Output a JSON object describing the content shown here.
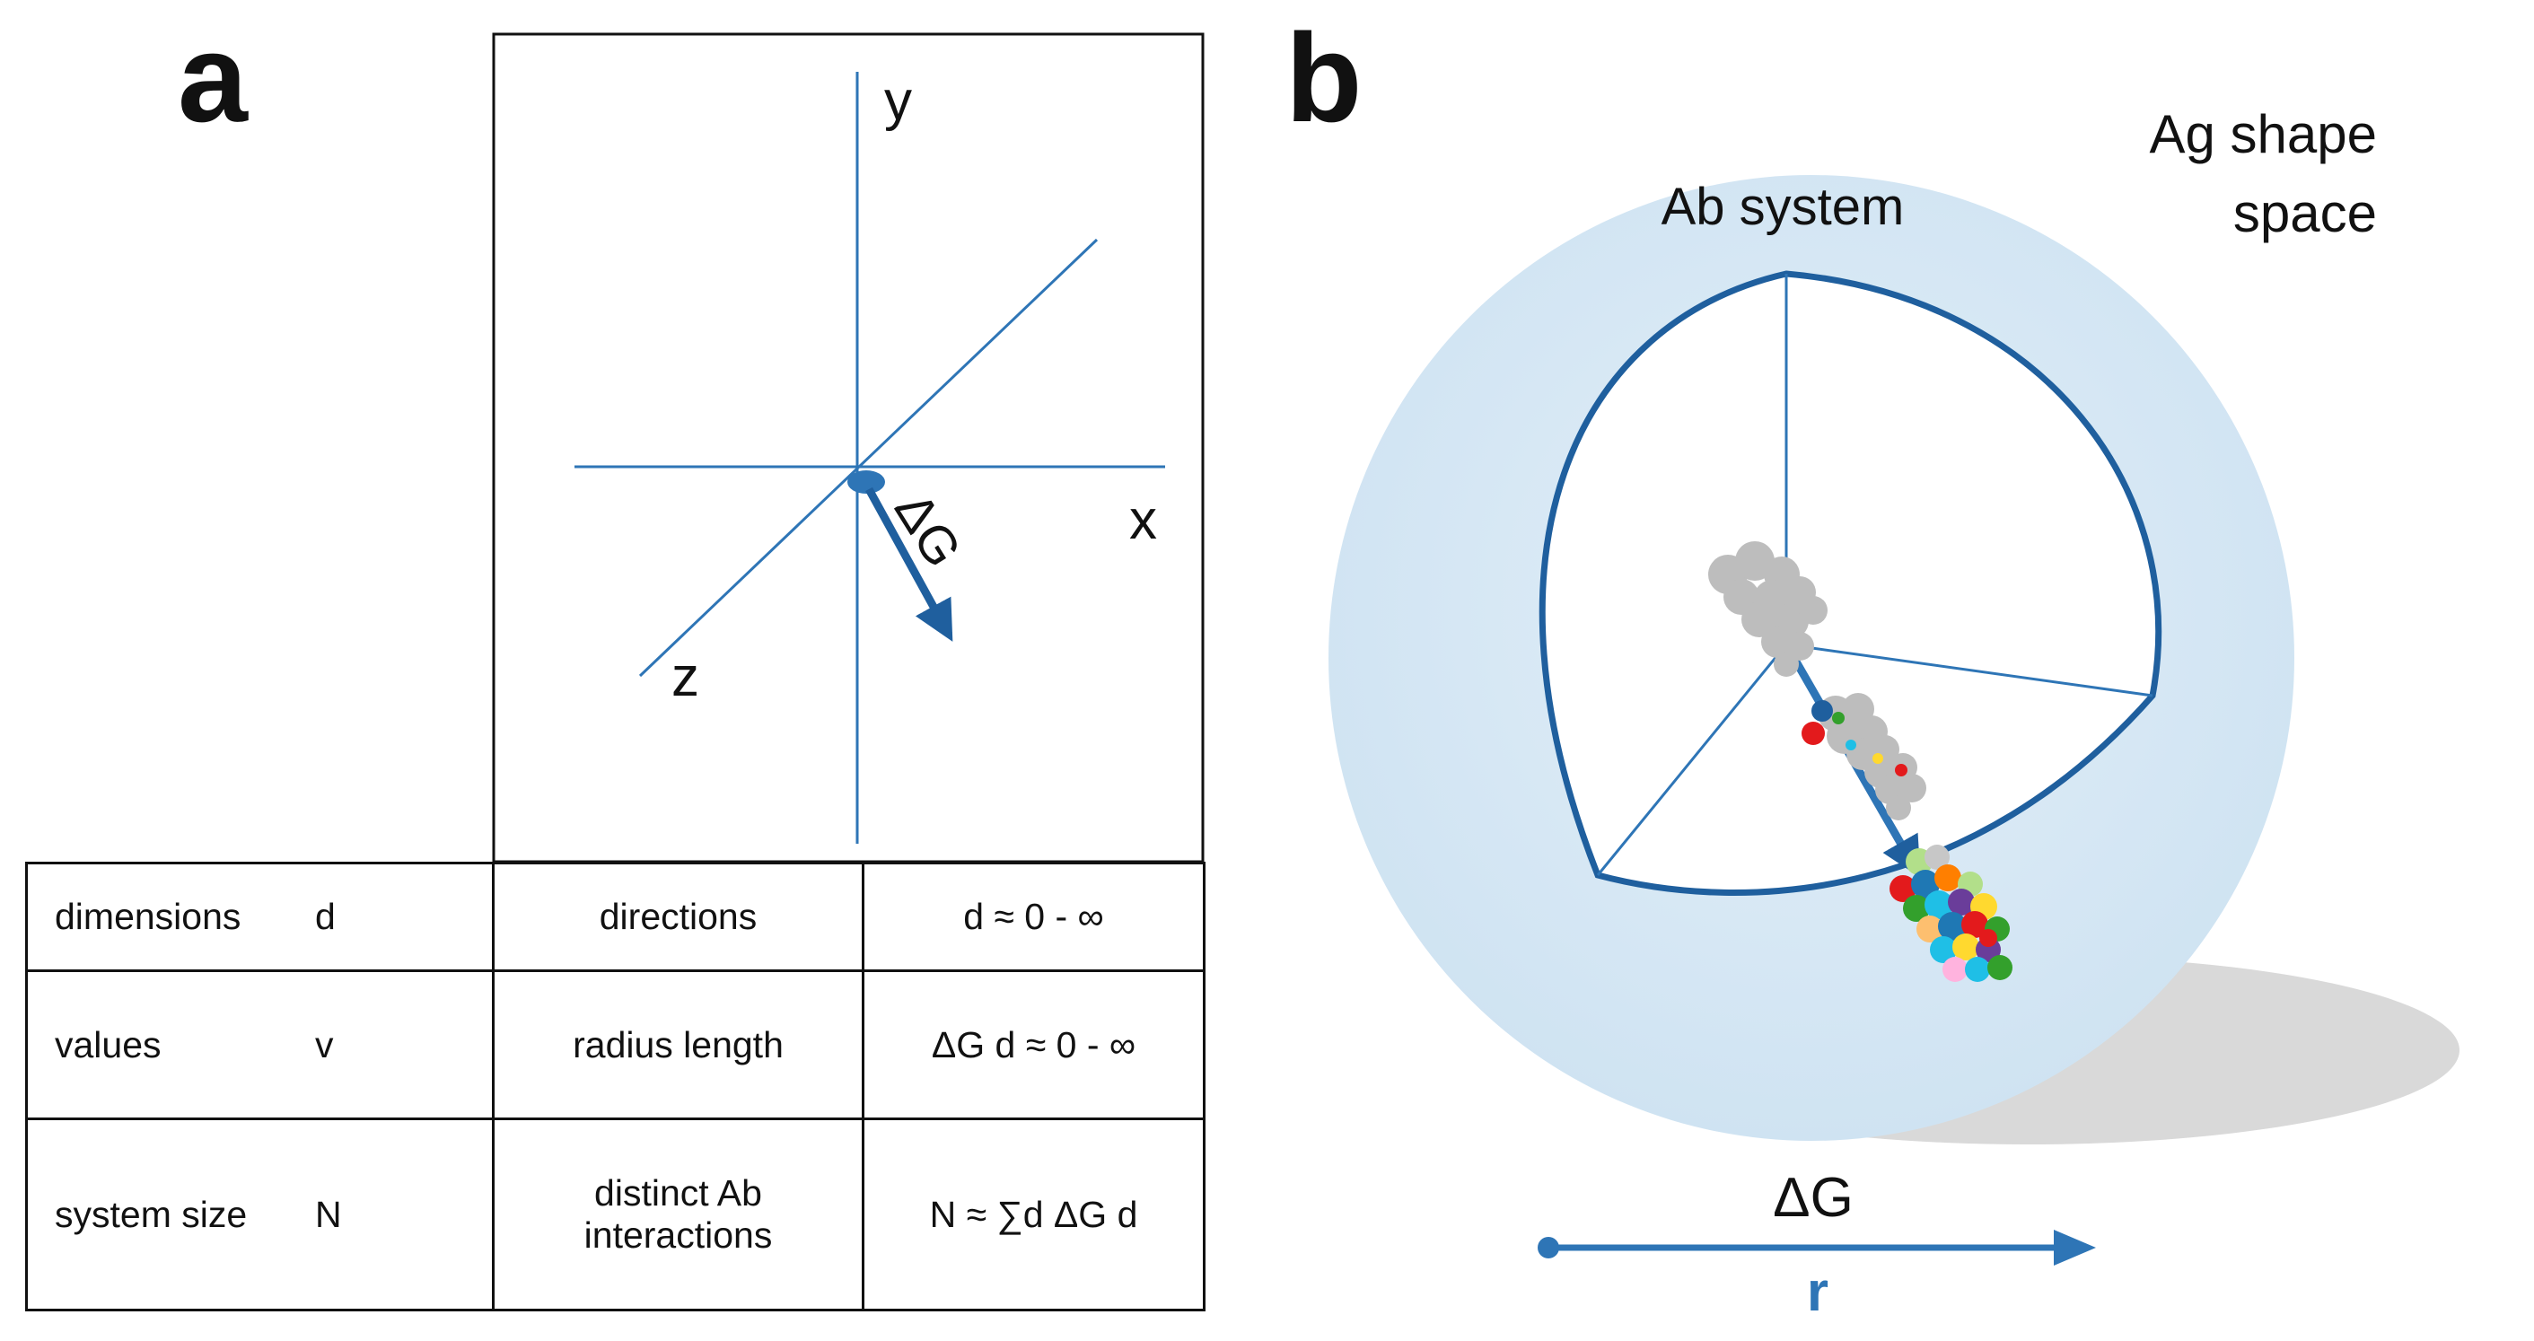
{
  "panel_a": {
    "label": "a",
    "axes": {
      "y": "y",
      "x": "x",
      "z": "z"
    },
    "vector_label": "ΔG",
    "table": {
      "rows": [
        {
          "term": "dimensions",
          "symbol": "d",
          "meaning": "directions",
          "range": "d ≈ 0 - ∞"
        },
        {
          "term": "values",
          "symbol": "v",
          "meaning": "radius length",
          "range": "ΔG d ≈ 0 - ∞"
        },
        {
          "term": "system size",
          "symbol": "N",
          "meaning_line1": "distinct Ab",
          "meaning_line2": "interactions",
          "range": "N ≈ ∑d ΔG d"
        }
      ]
    }
  },
  "panel_b": {
    "label": "b",
    "title_line1": "Ag shape",
    "title_line2": "space",
    "system_label": "Ab system",
    "axis_label": "ΔG",
    "axis_symbol": "r"
  },
  "colors": {
    "line_blue": "#2e75b6",
    "dark_blue": "#1f5f9e",
    "sphere_fill": "#d6e7f4",
    "shadow": "#d9d9d9",
    "ink": "#111111"
  }
}
